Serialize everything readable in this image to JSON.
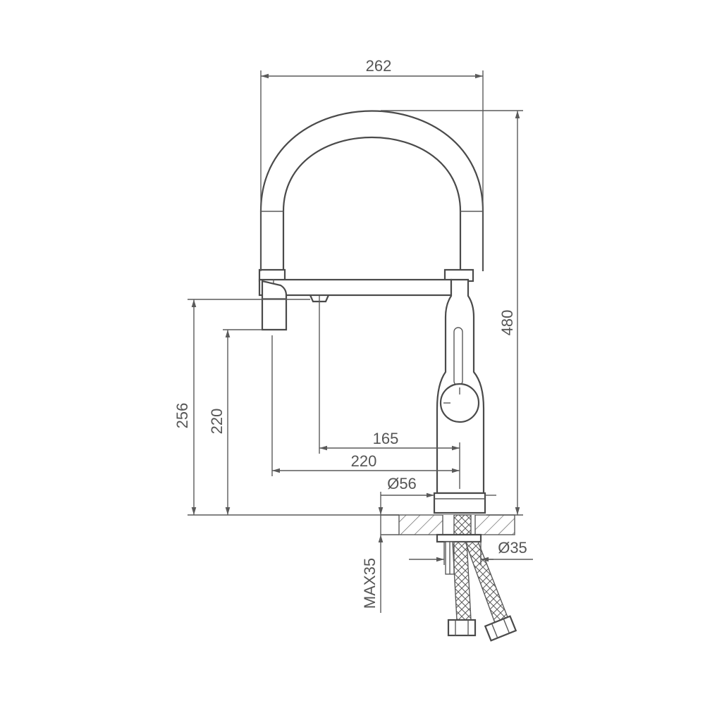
{
  "dimensions": {
    "overall_width": "262",
    "overall_height": "480",
    "spout_height": "256",
    "outlet_height": "220",
    "aerator_reach": "165",
    "spray_reach": "220",
    "base_diameter": "Ø56",
    "hole_diameter": "Ø35",
    "max_counter_thickness": "MAX35"
  },
  "colors": {
    "line": "#5a5a5a",
    "text": "#555555",
    "background": "#ffffff"
  }
}
